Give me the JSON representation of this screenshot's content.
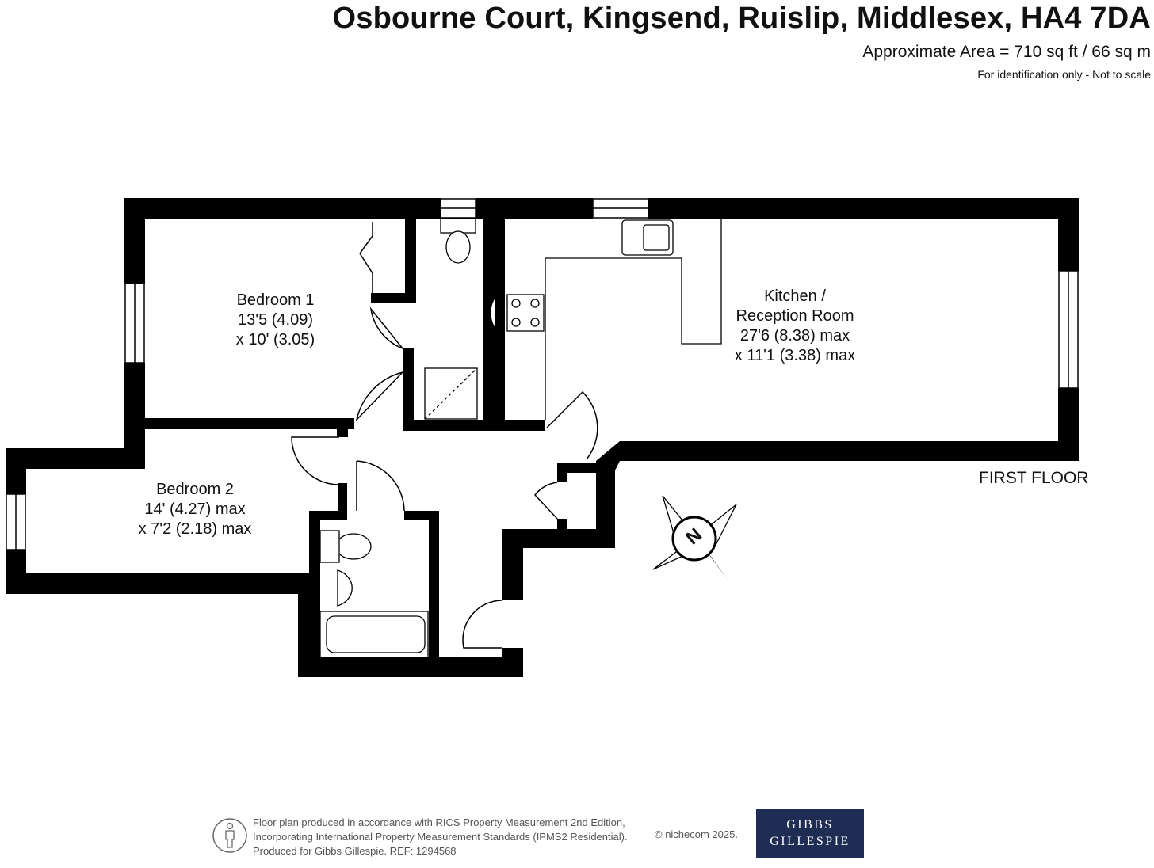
{
  "header": {
    "title": "Osbourne Court, Kingsend, Ruislip, Middlesex, HA4 7DA",
    "area": "Approximate Area = 710  sq ft / 66 sq m",
    "note": "For identification only - Not to scale"
  },
  "rooms": {
    "bedroom1": {
      "name": "Bedroom 1",
      "dim1": "13'5 (4.09)",
      "dim2": "x 10' (3.05)"
    },
    "bedroom2": {
      "name": "Bedroom 2",
      "dim1": "14' (4.27) max",
      "dim2": "x 7'2 (2.18) max"
    },
    "kitchen": {
      "name1": "Kitchen /",
      "name2": "Reception Room",
      "dim1": "27'6 (8.38) max",
      "dim2": "x 11'1 (3.38) max"
    }
  },
  "floor_label": "FIRST FLOOR",
  "compass_letter": "N",
  "footer": {
    "line1": "Floor plan produced in accordance with RICS Property Measurement 2nd Edition,",
    "line2": "Incorporating International Property Measurement Standards (IPMS2 Residential).",
    "line3": "Produced for Gibbs Gillespie.   REF:  1294568",
    "copyright": "© nichecom 2025."
  },
  "logo": {
    "line1": "GIBBS",
    "line2": "GILLESPIE"
  },
  "colors": {
    "wall": "#000000",
    "logo_bg": "#1f2d55"
  }
}
